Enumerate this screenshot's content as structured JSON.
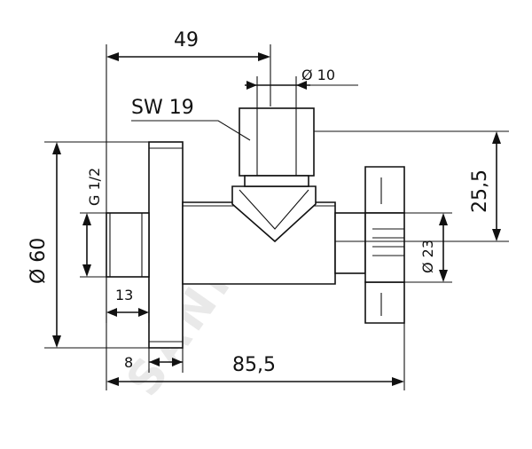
{
  "watermark": "SANITINO",
  "dimensions": {
    "length_top": "49",
    "outlet_pipe": "Ø 10",
    "wrench_size": "SW 19",
    "inlet_thread": "G 1/2",
    "rosette_diameter": "Ø 60",
    "thread_length": "13",
    "rosette_depth": "8",
    "overall_length": "85,5",
    "handle_diameter": "Ø 23",
    "outlet_height": "25,5"
  }
}
